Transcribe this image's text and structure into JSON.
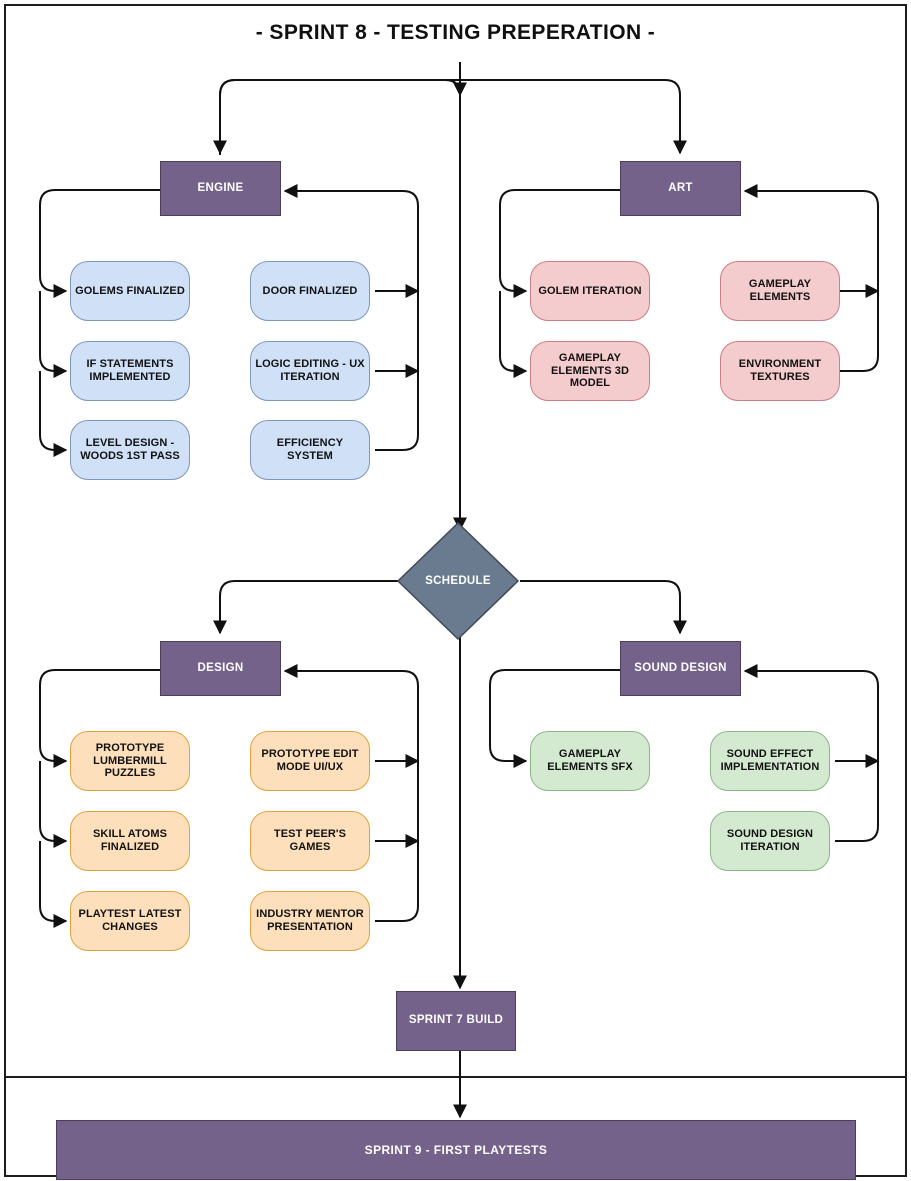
{
  "diagram": {
    "title": "- SPRINT 8 - TESTING PREPERATION -",
    "colors": {
      "department": "#75628a",
      "schedule": "#6b7b8f",
      "engine_task": "#cfe0f7",
      "art_task": "#f5ccce",
      "design_task": "#fde0bb",
      "sound_task": "#d4ead0",
      "stroke": "#1c1c1c",
      "background": "#ffffff"
    },
    "schedule": {
      "label": "SCHEDULE"
    },
    "build": {
      "label": "SPRINT 7 BUILD"
    },
    "banner": {
      "label": "SPRINT 9 - FIRST PLAYTESTS"
    },
    "departments": [
      {
        "id": "engine",
        "label": "ENGINE",
        "tasks_left": [
          {
            "label": "GOLEMS FINALIZED"
          },
          {
            "label": "IF STATEMENTS IMPLEMENTED"
          },
          {
            "label": "LEVEL DESIGN - WOODS 1ST PASS"
          }
        ],
        "tasks_right": [
          {
            "label": "DOOR FINALIZED"
          },
          {
            "label": "LOGIC EDITING - UX ITERATION"
          },
          {
            "label": "EFFICIENCY SYSTEM"
          }
        ]
      },
      {
        "id": "art",
        "label": "ART",
        "tasks_left": [
          {
            "label": "GOLEM ITERATION"
          },
          {
            "label": "GAMEPLAY ELEMENTS 3D MODEL"
          }
        ],
        "tasks_right": [
          {
            "label": "GAMEPLAY ELEMENTS"
          },
          {
            "label": "ENVIRONMENT TEXTURES"
          }
        ]
      },
      {
        "id": "design",
        "label": "DESIGN",
        "tasks_left": [
          {
            "label": "PROTOTYPE LUMBERMILL PUZZLES"
          },
          {
            "label": "SKILL ATOMS FINALIZED"
          },
          {
            "label": "PLAYTEST LATEST CHANGES"
          }
        ],
        "tasks_right": [
          {
            "label": "PROTOTYPE EDIT MODE UI/UX"
          },
          {
            "label": "TEST PEER'S GAMES"
          },
          {
            "label": "INDUSTRY MENTOR PRESENTATION"
          }
        ]
      },
      {
        "id": "sound",
        "label": "SOUND DESIGN",
        "tasks_left": [
          {
            "label": "GAMEPLAY ELEMENTS SFX"
          }
        ],
        "tasks_right": [
          {
            "label": "SOUND EFFECT IMPLEMENTATION"
          },
          {
            "label": "SOUND DESIGN ITERATION"
          }
        ]
      }
    ]
  }
}
